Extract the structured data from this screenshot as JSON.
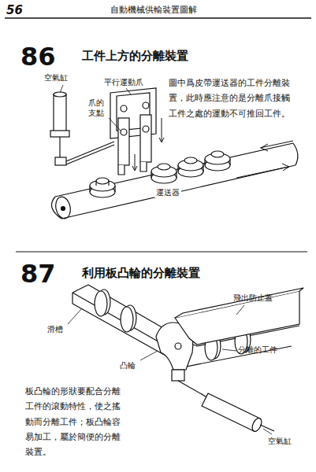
{
  "diagram": {
    "labels": [
      "56",
      "自動機械供輸裝置圖解",
      "86",
      "工件上方的分離裝置",
      "空氣缸",
      "平行運動爪",
      "爪的支點",
      "圖中爲皮帶運送器的工件分離裝置，此時應注意的是分離爪接觸工件之處的運動不可推回工件。",
      "運送器",
      "87",
      "利用板凸輪的分離裝置",
      "滑槽",
      "飛出防止蓋",
      "凸輪",
      "分離的工件",
      "板凸輪的形狀要配合分離工件的滾動特性，使之搖動而分離工件；板凸輪容易加工，屬於簡便的分離裝置。",
      "空氣缸"
    ]
  }
}
